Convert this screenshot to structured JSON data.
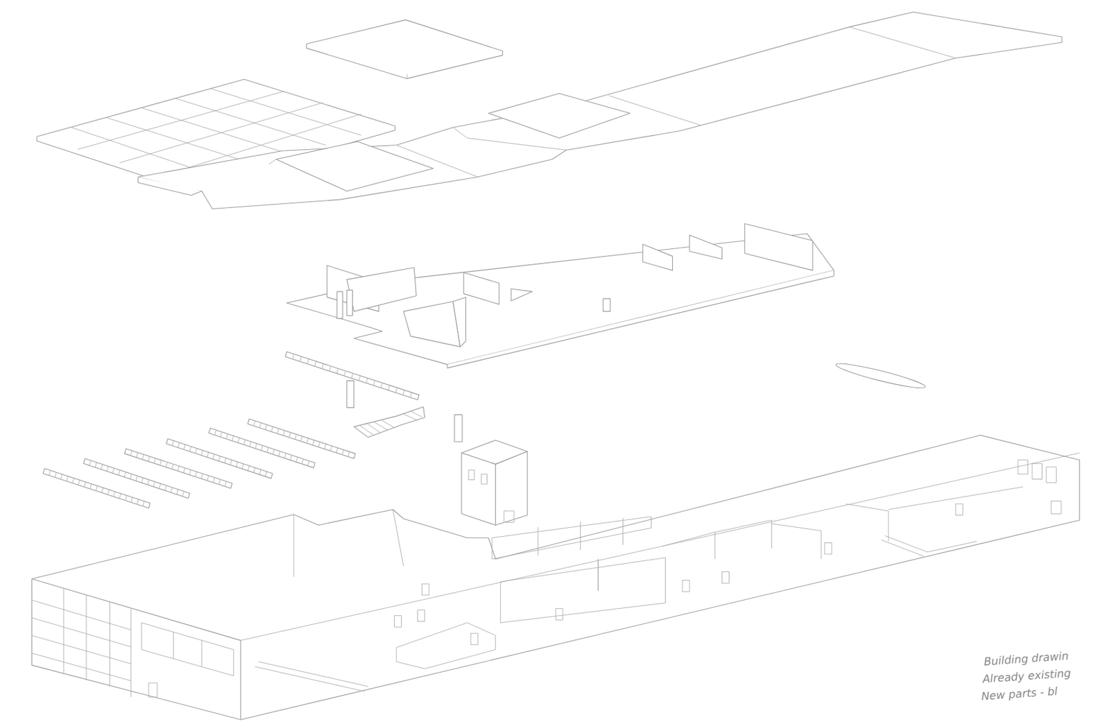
{
  "diagram": {
    "labels": [
      "Building drawin",
      "Already existing",
      "New parts - bl"
    ]
  }
}
